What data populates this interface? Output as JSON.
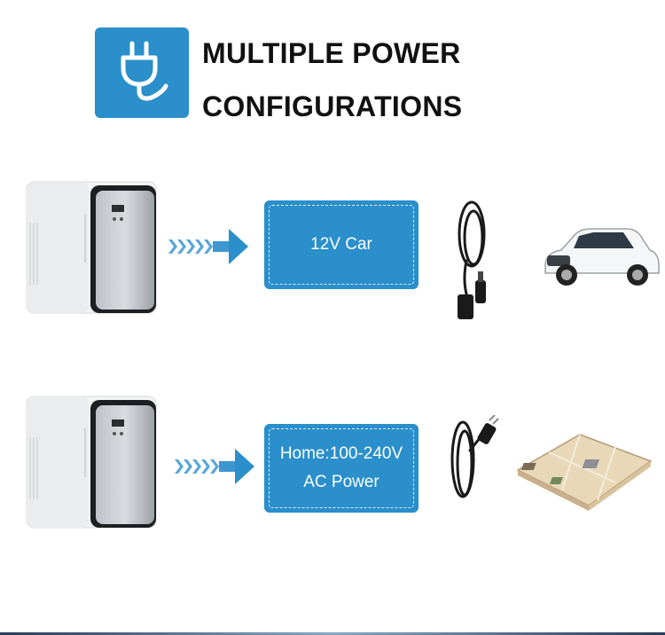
{
  "header": {
    "icon": "plug-icon",
    "title_line1": "MULTIPLE POWER",
    "title_line2": "CONFIGURATIONS"
  },
  "colors": {
    "accent": "#2a8fcb",
    "text": "#111111"
  },
  "rows": [
    {
      "label_line1": "12V Car",
      "cable_icon": "car-charger-cable-icon",
      "scene_icon": "suv-car-icon"
    },
    {
      "label_line1": "Home:100-240V",
      "label_line2": "AC Power",
      "cable_icon": "ac-power-cord-icon",
      "scene_icon": "home-floorplan-icon"
    }
  ]
}
